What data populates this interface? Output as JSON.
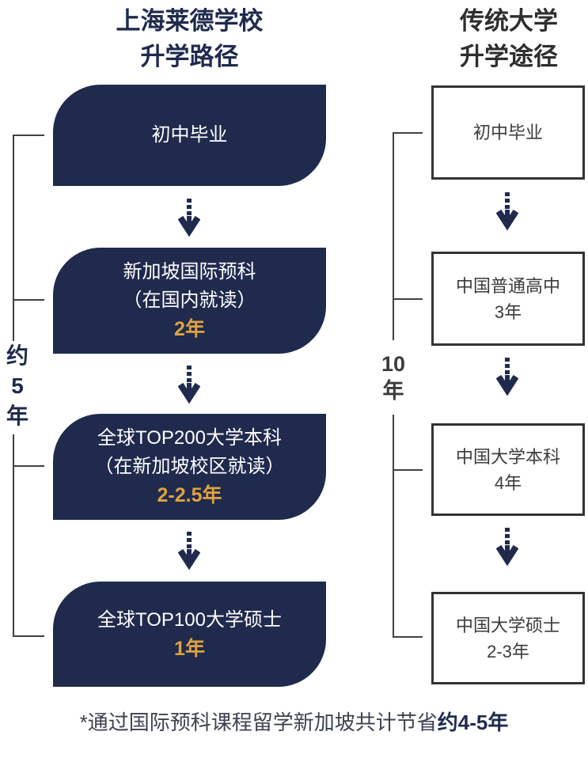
{
  "colors": {
    "navy": "#1f2a4d",
    "orange_year": "#e0a23f",
    "dark_gray_text": "#3b3b3b",
    "bracket_line_gray": "#414141",
    "right_box_border": "#333333",
    "background": "#ffffff"
  },
  "left_column": {
    "title_line1": "上海莱德学校",
    "title_line2": "升学路径",
    "duration_label": [
      "约",
      "5",
      "年"
    ],
    "steps": [
      {
        "lines": [
          "初中毕业"
        ],
        "years": ""
      },
      {
        "lines": [
          "新加坡国际预科",
          "（在国内就读）"
        ],
        "years": "2年"
      },
      {
        "lines": [
          "全球TOP200大学本科",
          "（在新加坡校区就读）"
        ],
        "years": "2-2.5年"
      },
      {
        "lines": [
          "全球TOP100大学硕士"
        ],
        "years": "1年"
      }
    ]
  },
  "right_column": {
    "title_line1": "传统大学",
    "title_line2": "升学途径",
    "duration_label": [
      "10",
      "年"
    ],
    "steps": [
      {
        "lines": [
          "初中毕业",
          ""
        ]
      },
      {
        "lines": [
          "中国普通高中",
          "3年"
        ]
      },
      {
        "lines": [
          "中国大学本科",
          "4年"
        ]
      },
      {
        "lines": [
          "中国大学硕士",
          "2-3年"
        ]
      }
    ]
  },
  "footer": {
    "normal": "*通过国际预科课程留学新加坡共计节省",
    "strong": "约4-5年"
  }
}
